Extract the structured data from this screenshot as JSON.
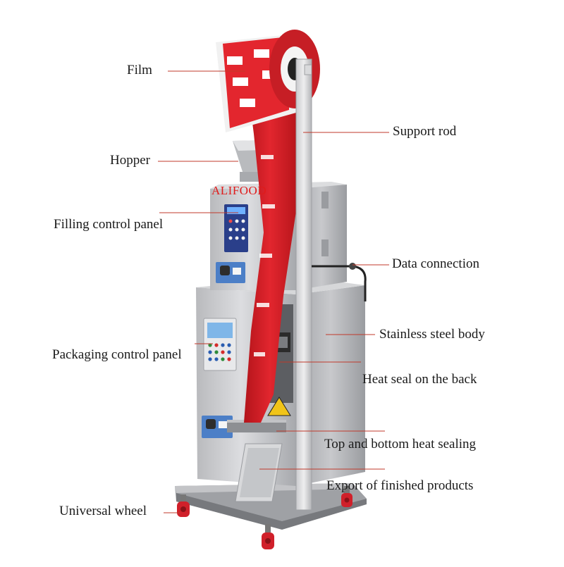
{
  "brand_watermark": "ALIFOOD",
  "colors": {
    "film_red": "#d91f26",
    "steel": "#c9cacc",
    "steel_dark": "#8e9094",
    "leader_line": "#c0392b",
    "wheel_red": "#d0202a"
  },
  "labels": {
    "film": "Film",
    "hopper": "Hopper",
    "filling_control_panel": "Filling control panel",
    "packaging_control_panel": "Packaging control panel",
    "universal_wheel": "Universal wheel",
    "support_rod": "Support rod",
    "data_connection": "Data connection",
    "stainless_steel_body": "Stainless steel body",
    "heat_seal_back": "Heat seal on the back",
    "top_bottom_heat_sealing": "Top and bottom heat sealing",
    "export_finished_products": "Export of finished products"
  }
}
